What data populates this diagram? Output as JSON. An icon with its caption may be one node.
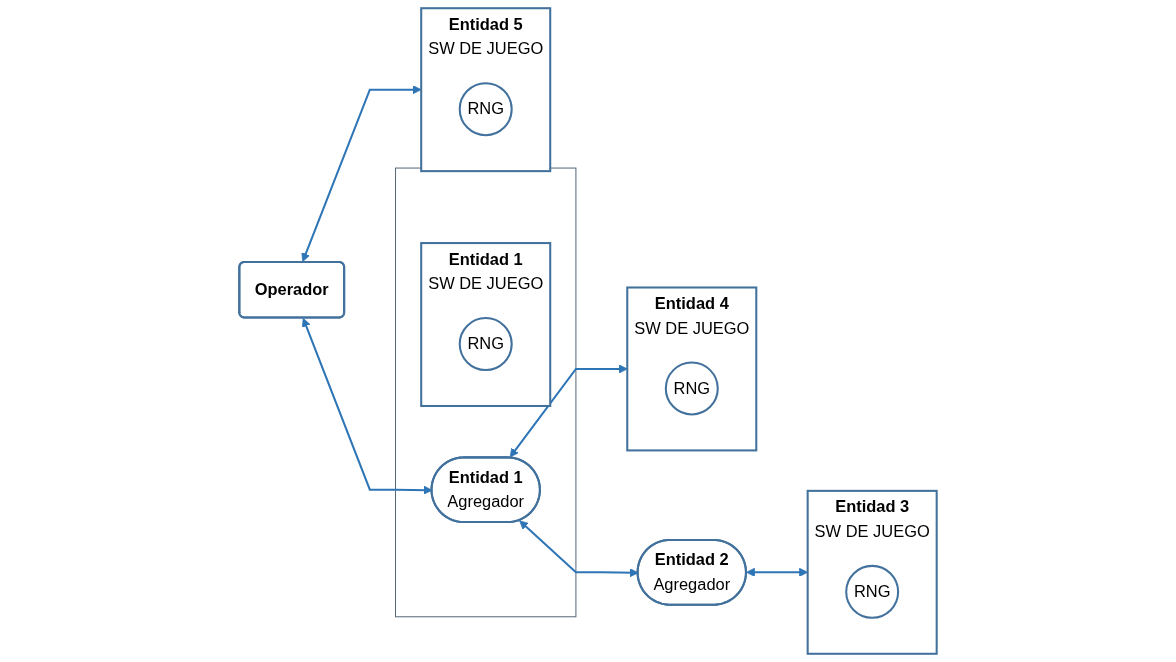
{
  "diagram": {
    "nodes": [
      {
        "text": [],
        "shape": "box"
      },
      {
        "text": [
          "Entidad 1",
          "Agregador"
        ],
        "in": 0
      },
      {
        "text": [
          "Entidad 1",
          "SW DE JUEGO"
        ],
        "in": 0
      },
      {
        "text": [
          "RNG"
        ],
        "in": 2
      },
      {
        "text": [
          "Entidad 2",
          "Agregador"
        ]
      },
      {
        "text": [
          "Entidad 3",
          "SW DE JUEGO"
        ]
      },
      {
        "text": [
          "RNG"
        ],
        "in": 5
      },
      {
        "text": [
          "Operador"
        ]
      },
      {
        "text": [
          "Entidad 4",
          "SW DE JUEGO"
        ]
      },
      {
        "text": [
          "RNG"
        ],
        "in": 8
      },
      {
        "text": [
          "Entidad 5",
          "SW DE JUEGO"
        ]
      },
      {
        "text": [
          "RNG"
        ],
        "in": 10
      }
    ],
    "edges": [
      {
        "from": 7,
        "to": 1,
        "arrow": "both"
      },
      {
        "from": 1,
        "to": 4,
        "arrow": "both"
      },
      {
        "from": 4,
        "to": 5,
        "arrow": "both"
      },
      {
        "from": 1,
        "to": 8,
        "arrow": "both"
      },
      {
        "from": 7,
        "to": 10,
        "arrow": "both"
      }
    ]
  }
}
